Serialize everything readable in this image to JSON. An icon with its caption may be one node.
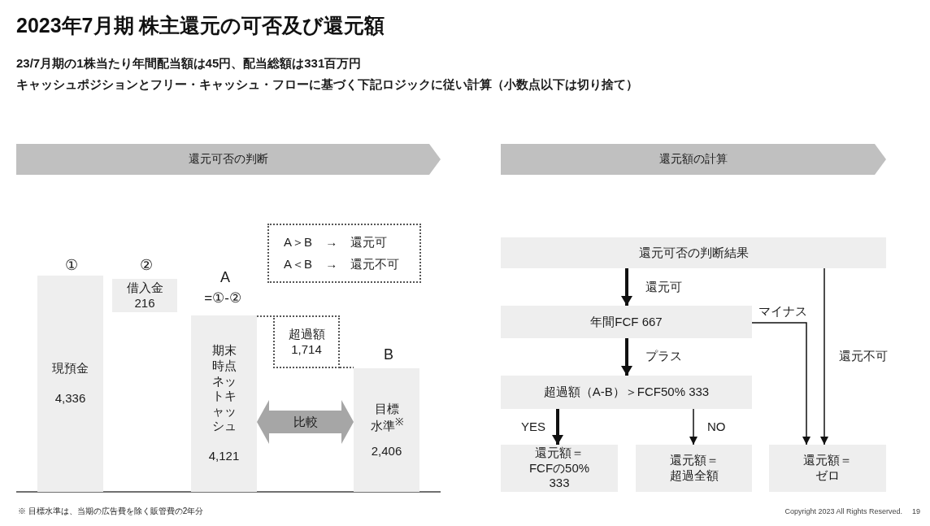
{
  "diagram": {
    "title": "2023年7月期 株主還元の可否及び還元額",
    "nodes": [
      {
        "text": [
          "還元可否の判断"
        ]
      },
      {
        "text": [
          "還元額の計算"
        ]
      },
      {
        "text": [
          "A＞B → 還元可",
          "A＜B → 還元不可"
        ]
      },
      {
        "text": [
          "現預金",
          "4,336"
        ],
        "beside": [
          "①"
        ]
      },
      {
        "text": [
          "借入金",
          "216"
        ],
        "beside": [
          "②"
        ]
      },
      {
        "text": [
          "期末時点ネットキャッシュ",
          "4,121"
        ],
        "beside": [
          "A",
          "=①-②"
        ]
      },
      {
        "text": [
          "超過額",
          "1,714"
        ]
      },
      {
        "text": [
          "目標水準$^{※}$",
          "2,406"
        ],
        "beside": [
          "B"
        ]
      },
      {
        "text": [
          "還元可否の判断結果"
        ]
      },
      {
        "text": [
          "年間FCF 667"
        ]
      },
      {
        "text": [
          "超過額（A-B）＞FCF50% 333"
        ]
      },
      {
        "text": [
          "還元額＝FCFの50% 333"
        ]
      },
      {
        "text": [
          "還元額＝超過全額"
        ]
      },
      {
        "text": [
          "還元額＝ゼロ"
        ]
      }
    ],
    "edges": [
      {
        "from": 5,
        "to": 7,
        "arrow": "both",
        "label": "比較",
        "style": "thick",
        "color": "#a6a6a6"
      },
      {
        "from": 8,
        "to": 9,
        "arrow": "to",
        "label": "還元可",
        "style": "thick"
      },
      {
        "from": 9,
        "to": 10,
        "arrow": "to",
        "label": "プラス",
        "style": "thick"
      },
      {
        "from": 10,
        "to": 11,
        "arrow": "to",
        "label": "YES",
        "style": "thick"
      },
      {
        "from": 10,
        "to": 12,
        "arrow": "to",
        "label": "NO"
      },
      {
        "from": 9,
        "to": 13,
        "arrow": "to",
        "label": "マイナス"
      },
      {
        "from": 8,
        "to": 13,
        "arrow": "to",
        "label": "還元不可"
      },
      {
        "from": 5,
        "to": 6,
        "arrow": "none",
        "style": "dashed",
        "color": "#595959"
      },
      {
        "from": 6,
        "to": 7,
        "arrow": "none",
        "style": "dashed",
        "color": "#595959"
      }
    ],
    "labels": [
      "23/7月期の1株当たり年間配当額は45円、配当総額は331百万円",
      "キャッシュポジションとフリー・キャッシュ・フローに基づく下記ロジックに従い計算（小数点以下は切り捨て）",
      "※ 目標水準は、当期の広告費を除く販管費の2年分",
      "Copyright 2023 All Rights Reserved.",
      "19"
    ]
  }
}
